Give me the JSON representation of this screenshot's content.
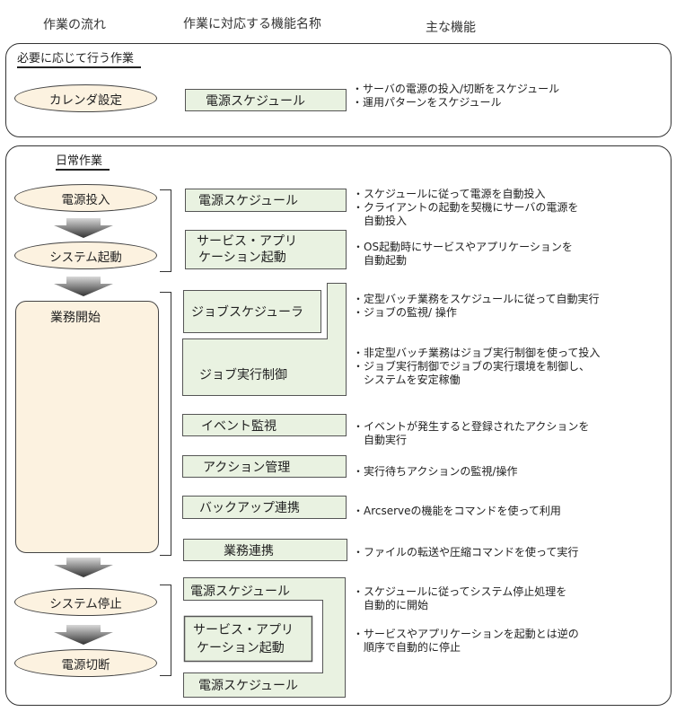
{
  "columns": {
    "flow": "作業の流れ",
    "function_name": "作業に対応する機能名称",
    "main_function": "主な機能"
  },
  "colors": {
    "oval_fill": "#fcf2e0",
    "function_box_fill": "#e9f2e1",
    "border": "#444444"
  },
  "optional_section": {
    "title": "必要に応じて行う作業",
    "step": "カレンダ設定",
    "function": "電源スケジュール",
    "descriptions": [
      "・サーバの電源の投入/切断をスケジュール",
      "・運用パターンをスケジュール"
    ]
  },
  "daily_section": {
    "title": "日常作業",
    "steps": {
      "power_on": "電源投入",
      "system_start": "システム起動",
      "business_start": "業務開始",
      "system_stop": "システム停止",
      "power_off": "電源切断"
    },
    "functions": {
      "power_schedule_1": "電源スケジュール",
      "service_app_start_1_line1": "サービス・アプリ",
      "service_app_start_1_line2": "ケーション起動",
      "job_scheduler": "ジョブスケジューラ",
      "job_exec_control": "ジョブ実行制御",
      "event_monitor": "イベント監視",
      "action_mgmt": "アクション管理",
      "backup_link": "バックアップ連携",
      "business_link": "業務連携",
      "power_schedule_2": "電源スケジュール",
      "service_app_start_2_line1": "サービス・アプリ",
      "service_app_start_2_line2": "ケーション起動",
      "power_schedule_3": "電源スケジュール"
    },
    "descriptions": {
      "power_schedule": [
        "・スケジュールに従って電源を自動投入",
        "・クライアントの起動を契機にサーバの電源を",
        "　自動投入"
      ],
      "service_app": [
        "・OS起動時にサービスやアプリケーションを",
        "　自動起動"
      ],
      "job_scheduler": [
        "・定型バッチ業務をスケジュールに従って自動実行",
        "・ジョブの監視/ 操作"
      ],
      "job_exec": [
        "・非定型バッチ業務はジョブ実行制御を使って投入",
        "・ジョブ実行制御でジョブの実行環境を制御し、",
        "　システムを安定稼働"
      ],
      "event_monitor": [
        "・イベントが発生すると登録されたアクションを",
        "　自動実行"
      ],
      "action_mgmt": [
        "・実行待ちアクションの監視/操作"
      ],
      "backup_link": [
        "・Arcserveの機能をコマンドを使って利用"
      ],
      "business_link": [
        "・ファイルの転送や圧縮コマンドを使って実行"
      ],
      "shutdown": [
        "・スケジュールに従ってシステム停止処理を",
        "　自動的に開始"
      ],
      "service_stop": [
        "・サービスやアプリケーションを起動とは逆の",
        "　順序で自動的に停止"
      ]
    }
  }
}
